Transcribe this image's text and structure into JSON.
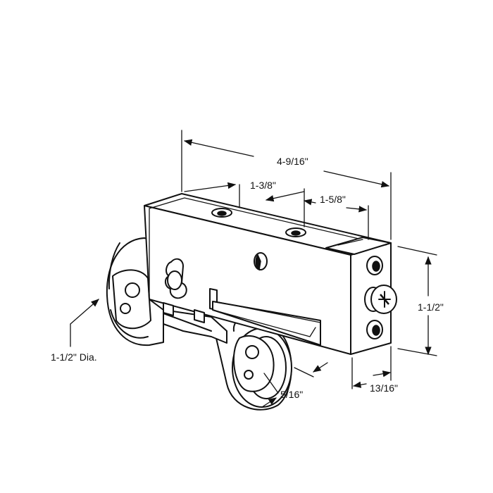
{
  "dimensions": {
    "length_overall": "4-9/16\"",
    "hole_spacing_1": "1-3/8\"",
    "hole_spacing_2": "1-5/8\"",
    "height": "1-1/2\"",
    "width": "13/16\"",
    "wheel_width": "5/16\"",
    "wheel_diameter": "1-1/2\" Dia."
  },
  "colors": {
    "line": "#111111",
    "background": "#ffffff"
  }
}
